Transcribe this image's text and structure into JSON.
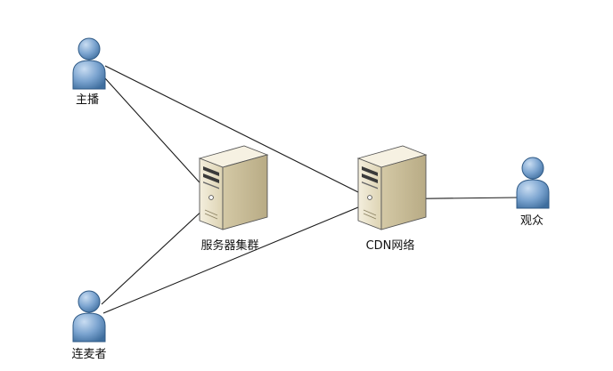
{
  "nodes": {
    "anchor": {
      "label": "主播",
      "icon": "person-icon"
    },
    "co_host": {
      "label": "连麦者",
      "icon": "person-icon"
    },
    "server_cluster": {
      "label": "服务器集群",
      "icon": "server-icon"
    },
    "cdn": {
      "label": "CDN网络",
      "icon": "server-icon"
    },
    "audience": {
      "label": "观众",
      "icon": "person-icon"
    }
  },
  "colors": {
    "person_light": "#aecbe8",
    "person_dark": "#3f6e9e",
    "server_front": "#ece5cf",
    "server_side": "#c8bd9b",
    "server_top": "#f6f1e2",
    "line": "#1a1a1a"
  }
}
